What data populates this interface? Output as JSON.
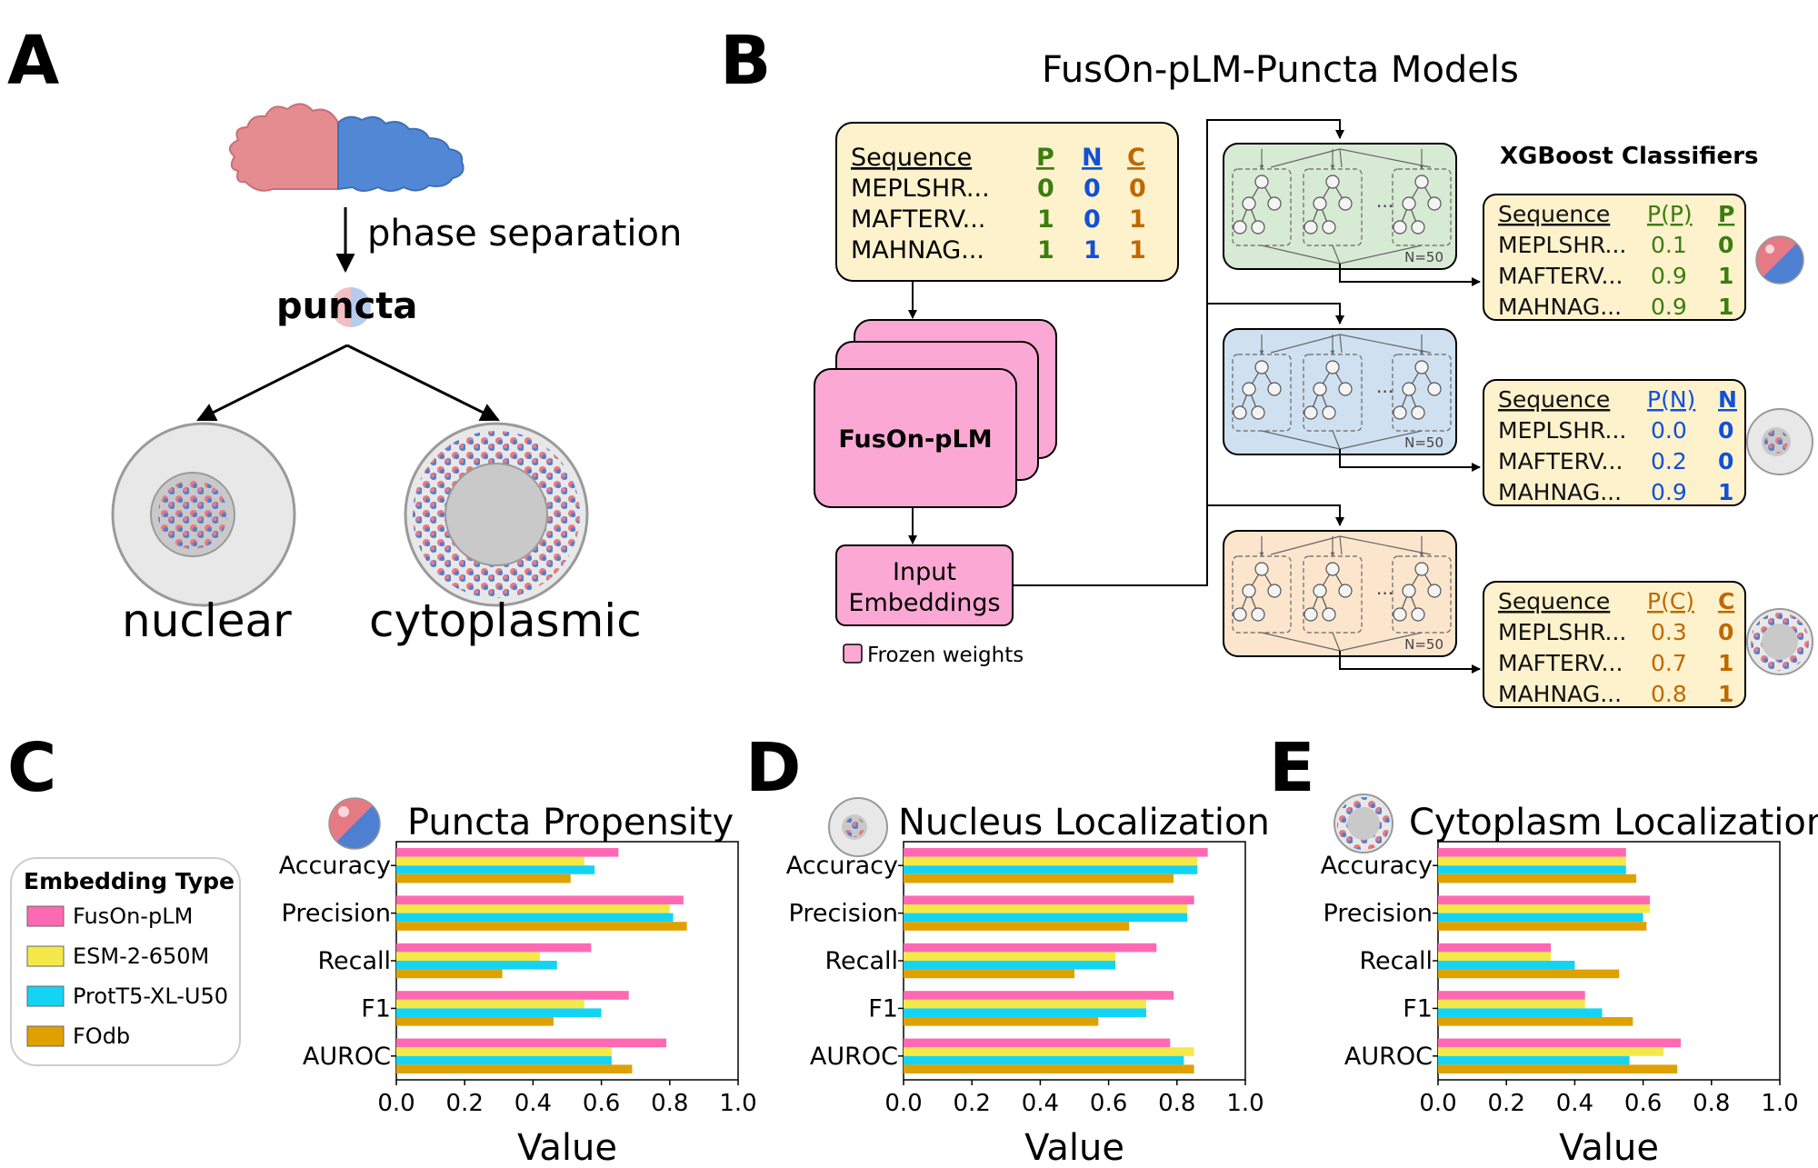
{
  "panel_labels": {
    "a": "A",
    "b": "B",
    "c": "C",
    "d": "D",
    "e": "E"
  },
  "panel_a": {
    "phase_label": "phase separation",
    "puncta_label": "puncta",
    "nuclear_label": "nuclear",
    "cytoplasmic_label": "cytoplasmic"
  },
  "panel_b": {
    "title": "FusOn-pLM-Puncta Models",
    "input_table": {
      "headers": [
        "Sequence",
        "P",
        "N",
        "C"
      ],
      "rows": [
        [
          "MEPLSHR...",
          "0",
          "0",
          "0"
        ],
        [
          "MAFTERV...",
          "1",
          "0",
          "1"
        ],
        [
          "MAHNAG...",
          "1",
          "1",
          "1"
        ]
      ]
    },
    "model_label": "FusOn-pLM",
    "embeddings_label": "Input Embeddings",
    "frozen_label": "Frozen weights",
    "classifiers_title": "XGBoost Classifiers",
    "ensemble_label": "N=50",
    "output_tables": [
      {
        "headers": [
          "Sequence",
          "P(P)",
          "P"
        ],
        "rows": [
          [
            "MEPLSHR...",
            "0.1",
            "0"
          ],
          [
            "MAFTERV...",
            "0.9",
            "1"
          ],
          [
            "MAHNAG...",
            "0.9",
            "1"
          ]
        ]
      },
      {
        "headers": [
          "Sequence",
          "P(N)",
          "N"
        ],
        "rows": [
          [
            "MEPLSHR...",
            "0.0",
            "0"
          ],
          [
            "MAFTERV...",
            "0.2",
            "0"
          ],
          [
            "MAHNAG...",
            "0.9",
            "1"
          ]
        ]
      },
      {
        "headers": [
          "Sequence",
          "P(C)",
          "C"
        ],
        "rows": [
          [
            "MEPLSHR...",
            "0.3",
            "0"
          ],
          [
            "MAFTERV...",
            "0.7",
            "1"
          ],
          [
            "MAHNAG...",
            "0.8",
            "1"
          ]
        ]
      }
    ]
  },
  "legend": {
    "title": "Embedding Type",
    "items": [
      "FusOn-pLM",
      "ESM-2-650M",
      "ProtT5-XL-U50",
      "FOdb"
    ]
  },
  "colors": {
    "fuson": "#ff69b4",
    "esm": "#f5e94a",
    "prott5": "#14d4f4",
    "fodb": "#e0a100",
    "yellow_box": "#fdf2cc",
    "pink_box": "#fca8d4",
    "green_box": "#d7ead3",
    "blue_box": "#cfe0f1",
    "orange_box": "#fce5cd",
    "p_color": "#3c7d0f",
    "n_color": "#1150d8",
    "c_color": "#c06800"
  },
  "chart_data": [
    {
      "type": "bar",
      "orientation": "horizontal",
      "title": "Puncta Propensity",
      "xlabel": "Value",
      "xlim": [
        0,
        1
      ],
      "xticks": [
        "0.0",
        "0.2",
        "0.4",
        "0.6",
        "0.8",
        "1.0"
      ],
      "categories": [
        "Accuracy",
        "Precision",
        "Recall",
        "F1",
        "AUROC"
      ],
      "series": [
        {
          "name": "FusOn-pLM",
          "values": [
            0.65,
            0.84,
            0.57,
            0.68,
            0.79
          ]
        },
        {
          "name": "ESM-2-650M",
          "values": [
            0.55,
            0.8,
            0.42,
            0.55,
            0.63
          ]
        },
        {
          "name": "ProtT5-XL-U50",
          "values": [
            0.58,
            0.81,
            0.47,
            0.6,
            0.63
          ]
        },
        {
          "name": "FOdb",
          "values": [
            0.51,
            0.85,
            0.31,
            0.46,
            0.69
          ]
        }
      ]
    },
    {
      "type": "bar",
      "orientation": "horizontal",
      "title": "Nucleus Localization",
      "xlabel": "Value",
      "xlim": [
        0,
        1
      ],
      "xticks": [
        "0.0",
        "0.2",
        "0.4",
        "0.6",
        "0.8",
        "1.0"
      ],
      "categories": [
        "Accuracy",
        "Precision",
        "Recall",
        "F1",
        "AUROC"
      ],
      "series": [
        {
          "name": "FusOn-pLM",
          "values": [
            0.89,
            0.85,
            0.74,
            0.79,
            0.78
          ]
        },
        {
          "name": "ESM-2-650M",
          "values": [
            0.86,
            0.83,
            0.62,
            0.71,
            0.85
          ]
        },
        {
          "name": "ProtT5-XL-U50",
          "values": [
            0.86,
            0.83,
            0.62,
            0.71,
            0.82
          ]
        },
        {
          "name": "FOdb",
          "values": [
            0.79,
            0.66,
            0.5,
            0.57,
            0.85
          ]
        }
      ]
    },
    {
      "type": "bar",
      "orientation": "horizontal",
      "title": "Cytoplasm Localization",
      "xlabel": "Value",
      "xlim": [
        0,
        1
      ],
      "xticks": [
        "0.0",
        "0.2",
        "0.4",
        "0.6",
        "0.8",
        "1.0"
      ],
      "categories": [
        "Accuracy",
        "Precision",
        "Recall",
        "F1",
        "AUROC"
      ],
      "series": [
        {
          "name": "FusOn-pLM",
          "values": [
            0.55,
            0.62,
            0.33,
            0.43,
            0.71
          ]
        },
        {
          "name": "ESM-2-650M",
          "values": [
            0.55,
            0.62,
            0.33,
            0.43,
            0.66
          ]
        },
        {
          "name": "ProtT5-XL-U50",
          "values": [
            0.55,
            0.6,
            0.4,
            0.48,
            0.56
          ]
        },
        {
          "name": "FOdb",
          "values": [
            0.58,
            0.61,
            0.53,
            0.57,
            0.7
          ]
        }
      ]
    }
  ]
}
